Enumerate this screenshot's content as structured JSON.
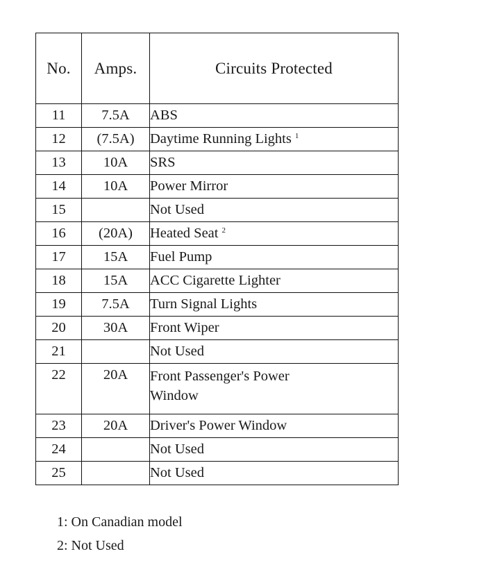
{
  "table": {
    "columns": [
      {
        "key": "no",
        "label": "No."
      },
      {
        "key": "amps",
        "label": "Amps."
      },
      {
        "key": "circuits",
        "label": "Circuits Protected"
      }
    ],
    "rows": [
      {
        "no": "11",
        "amps": "7.5A",
        "circuits": "ABS",
        "footnote": ""
      },
      {
        "no": "12",
        "amps": "(7.5A)",
        "circuits": "Daytime Running Lights",
        "footnote": "1"
      },
      {
        "no": "13",
        "amps": "10A",
        "circuits": "SRS",
        "footnote": ""
      },
      {
        "no": "14",
        "amps": "10A",
        "circuits": "Power Mirror",
        "footnote": ""
      },
      {
        "no": "15",
        "amps": "",
        "circuits": "Not Used",
        "footnote": ""
      },
      {
        "no": "16",
        "amps": "(20A)",
        "circuits": "Heated Seat",
        "footnote": "2"
      },
      {
        "no": "17",
        "amps": "15A",
        "circuits": "Fuel Pump",
        "footnote": ""
      },
      {
        "no": "18",
        "amps": "15A",
        "circuits": "ACC Cigarette Lighter",
        "footnote": ""
      },
      {
        "no": "19",
        "amps": "7.5A",
        "circuits": "Turn Signal Lights",
        "footnote": ""
      },
      {
        "no": "20",
        "amps": "30A",
        "circuits": "Front Wiper",
        "footnote": ""
      },
      {
        "no": "21",
        "amps": "",
        "circuits": "Not Used",
        "footnote": ""
      },
      {
        "no": "22",
        "amps": "20A",
        "circuits": "Front Passenger's Power Window",
        "footnote": "",
        "tall": true
      },
      {
        "no": "23",
        "amps": "20A",
        "circuits": "Driver's Power Window",
        "footnote": ""
      },
      {
        "no": "24",
        "amps": "",
        "circuits": "Not Used",
        "footnote": ""
      },
      {
        "no": "25",
        "amps": "",
        "circuits": "Not Used",
        "footnote": ""
      }
    ]
  },
  "footnotes": [
    "1: On Canadian model",
    "2: Not Used"
  ],
  "colors": {
    "background": "#ffffff",
    "text": "#1a1a1a",
    "border": "#111111"
  }
}
